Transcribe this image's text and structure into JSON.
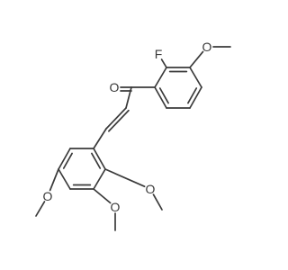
{
  "molecule": {
    "atoms": {
      "fluorine": "F",
      "carbonyl_oxygen": "O",
      "ring_a_methoxy_oxygen": "O",
      "ring_b_methoxy_oxygen_left": "O",
      "ring_b_methoxy_oxygen_right": "O",
      "ring_b_methoxy_oxygen_bottom": "O"
    },
    "colors": {
      "bond": "#3a3a3a",
      "label": "#3a3a3a",
      "background": "#ffffff"
    }
  }
}
